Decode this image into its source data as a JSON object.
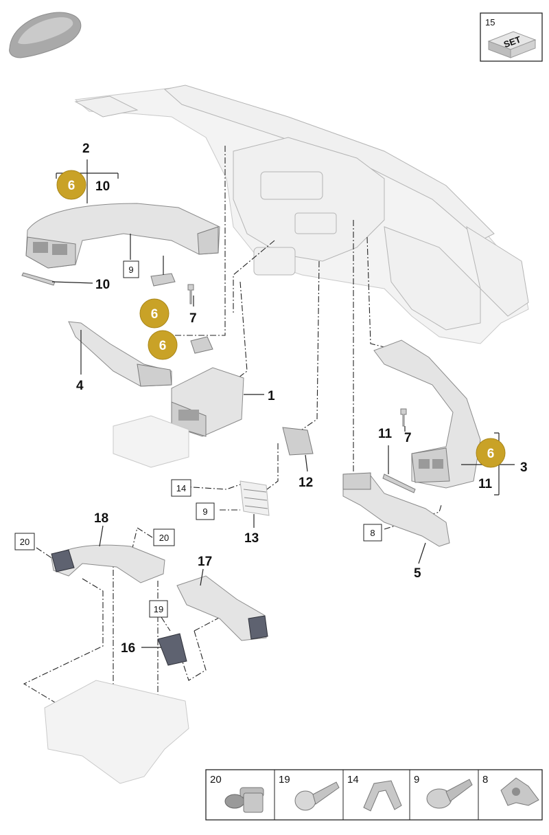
{
  "set_box": {
    "number": "15",
    "set_label": "SET"
  },
  "callouts": {
    "c1": "1",
    "c2": "2",
    "c3": "3",
    "c4": "4",
    "c5": "5",
    "c7a": "7",
    "c7b": "7",
    "c10a": "10",
    "c10b": "10",
    "c11a": "11",
    "c11b": "11",
    "c12": "12",
    "c13": "13",
    "c16": "16",
    "c17": "17",
    "c18": "18"
  },
  "badges": {
    "b1": "6",
    "b2": "6",
    "b3": "6",
    "b4": "6"
  },
  "boxed_refs": {
    "r9a": "9",
    "r14": "14",
    "r9b": "9",
    "r8": "8",
    "r20a": "20",
    "r20b": "20",
    "r19": "19"
  },
  "fastener_legend": [
    {
      "number": "20",
      "icon": "plastic-rivet-icon"
    },
    {
      "number": "19",
      "icon": "pan-head-screw-icon"
    },
    {
      "number": "14",
      "icon": "spring-clip-icon"
    },
    {
      "number": "9",
      "icon": "flange-screw-icon"
    },
    {
      "number": "8",
      "icon": "expanding-nut-icon"
    }
  ],
  "colors": {
    "badge": "#c9a227",
    "highlight": "#5e6270",
    "part": "#e4e4e4"
  }
}
